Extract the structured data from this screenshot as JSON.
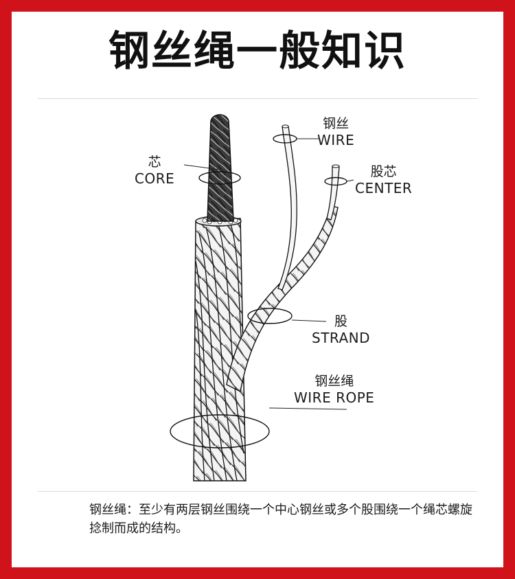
{
  "colors": {
    "frame": "#d0121b",
    "background": "#ffffff",
    "ink": "#1a1a1a"
  },
  "title": "钢丝绳一般知识",
  "labels": {
    "core": {
      "zh": "芯",
      "en": "CORE"
    },
    "wire": {
      "zh": "钢丝",
      "en": "WIRE"
    },
    "center": {
      "zh": "股芯",
      "en": "CENTER"
    },
    "strand": {
      "zh": "股",
      "en": "STRAND"
    },
    "wire_rope": {
      "zh": "钢丝绳",
      "en": "WIRE ROPE"
    }
  },
  "caption": "钢丝绳：至少有两层钢丝围绕一个中心钢丝或多个股围绕一个绳芯螺旋捻制而成的结构。"
}
